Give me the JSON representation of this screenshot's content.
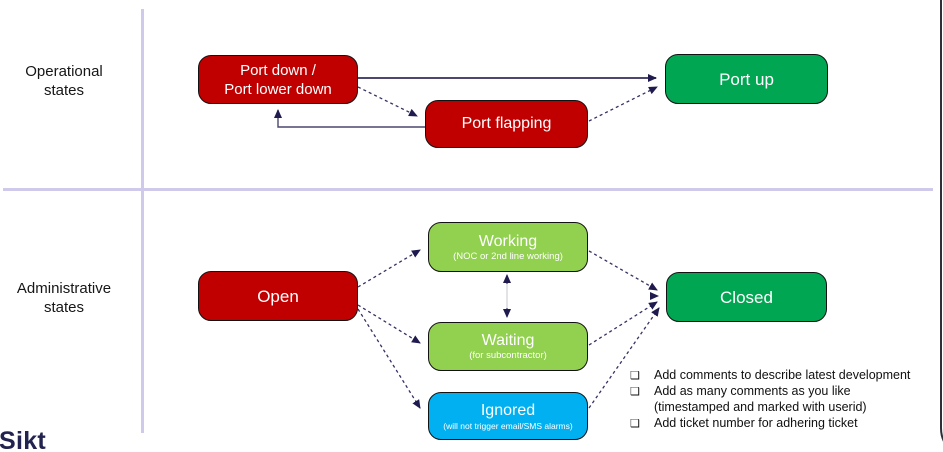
{
  "colors": {
    "state_red": "#c00000",
    "state_green": "#00a651",
    "state_light_green": "#92d050",
    "state_blue": "#00b0f0",
    "arrow": "#353163",
    "divider": "#cfc9ec",
    "logo": "#23234f"
  },
  "sections": {
    "operational": {
      "line1": "Operational",
      "line2": "states"
    },
    "administrative": {
      "line1": "Administrative",
      "line2": "states"
    }
  },
  "nodes": {
    "port_down": {
      "line1": "Port down /",
      "line2": "Port lower down"
    },
    "port_flapping": {
      "label": "Port flapping"
    },
    "port_up": {
      "label": "Port up"
    },
    "open": {
      "label": "Open"
    },
    "working": {
      "title": "Working",
      "subtitle": "(NOC or 2nd line working)"
    },
    "waiting": {
      "title": "Waiting",
      "subtitle": "(for subcontractor)"
    },
    "ignored": {
      "title": "Ignored",
      "subtitle": "(will not trigger email/SMS alarms)"
    },
    "closed": {
      "label": "Closed"
    }
  },
  "checklist": {
    "bullet": "❑",
    "items": [
      {
        "text": "Add comments to describe latest development"
      },
      {
        "text": "Add as many comments as you like",
        "text2": "(timestamped and marked with userid)"
      },
      {
        "text": "Add ticket number for adhering ticket"
      }
    ]
  },
  "logo": "Sikt"
}
